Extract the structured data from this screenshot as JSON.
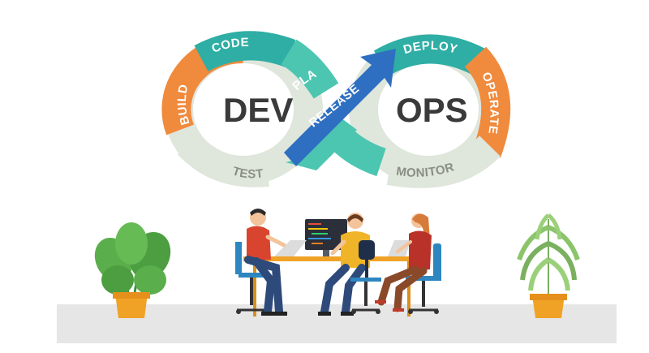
{
  "loop": {
    "left_word": "DEV",
    "right_word": "OPS",
    "stages": {
      "code": "CODE",
      "plan": "PLAN",
      "build": "BUILD",
      "test": "TEST",
      "release": "RELEASE",
      "deploy": "DEPLOY",
      "operate": "OPERATE",
      "monitor": "MONITOR"
    }
  },
  "colors": {
    "teal": "#2eaea4",
    "teal_light": "#4cc6b0",
    "orange": "#f08a3c",
    "gray_green": "#dfe6dc",
    "blue": "#2f6fc1",
    "text_dark": "#3a3a3a",
    "label_white": "#ffffff",
    "label_gray": "#8a8f86",
    "floor": "#e6e6e6"
  },
  "icons": [
    "monstera-plant-icon",
    "palm-plant-icon",
    "developer-person-icon",
    "laptop-icon",
    "monitor-icon",
    "office-chair-icon"
  ]
}
